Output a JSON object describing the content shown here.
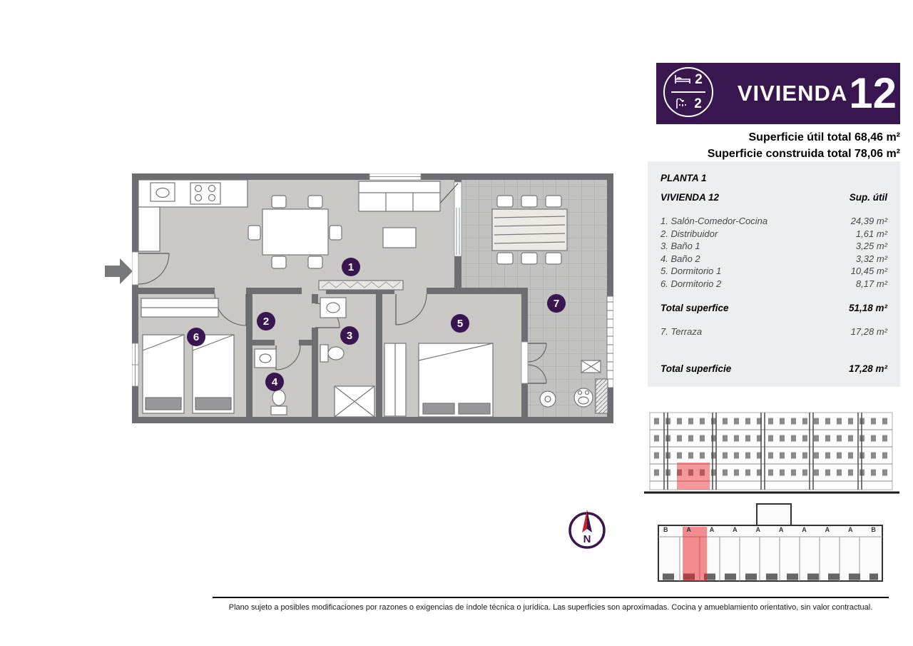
{
  "badge": {
    "title": "VIVIENDA",
    "number": "12",
    "bedrooms_count": "2",
    "bathrooms_count": "2"
  },
  "summary": {
    "util_total": "Superficie útil total 68,46 m²",
    "construida_total": "Superficie construida total 78,06 m²"
  },
  "table": {
    "planta": "PLANTA 1",
    "header_left": "VIVIENDA 12",
    "header_right": "Sup. útil",
    "rows": [
      {
        "label": "1. Salón-Comedor-Cocina",
        "value": "24,39 m²"
      },
      {
        "label": "2. Distribuidor",
        "value": "1,61 m²"
      },
      {
        "label": "3. Baño 1",
        "value": "3,25 m²"
      },
      {
        "label": "4. Baño 2",
        "value": "3,32 m²"
      },
      {
        "label": "5. Dormitorio 1",
        "value": "10,45 m²"
      },
      {
        "label": "6. Dormitorio 2",
        "value": "8,17 m²"
      }
    ],
    "total_label": "Total superfice",
    "total_value": "51,18 m²",
    "terraza_label": "7. Terraza",
    "terraza_value": "17,28 m²",
    "total2_label": "Total superficie",
    "total2_value": "17,28 m²"
  },
  "floorplan": {
    "room_numbers": [
      "1",
      "2",
      "3",
      "4",
      "5",
      "6",
      "7"
    ]
  },
  "compass": {
    "label": "N"
  },
  "siteplan": {
    "letters": [
      "B",
      "A",
      "A",
      "A",
      "A",
      "A",
      "A",
      "A",
      "A",
      "B"
    ]
  },
  "footer": {
    "disclaimer": "Plano sujeto a posibles modificaciones por razones o exigencias de índole técnica o jurídica. Las superficies son aproximadas. Cocina y amueblamiento orientativo, sin valor contractual."
  },
  "colors": {
    "purple": "#3a1650",
    "wall": "#6d6e71",
    "highlight": "#ed1c24"
  }
}
